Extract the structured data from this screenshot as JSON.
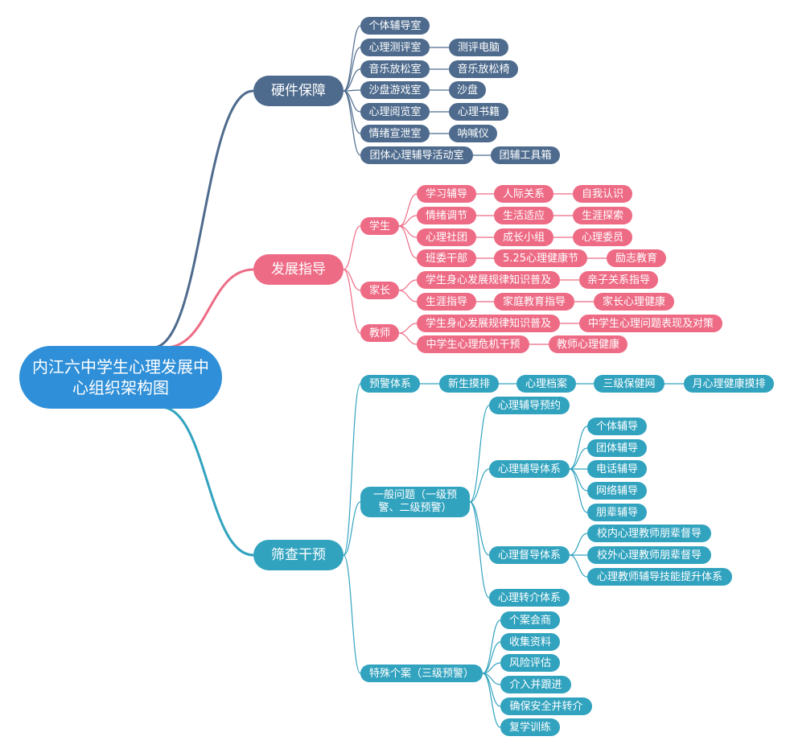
{
  "title": "内江六中学生心理发展中心组织架构图",
  "colors": {
    "root": "#2f8fd8",
    "hardware": "#4e6b8d",
    "development": "#ee6b85",
    "screening": "#32a3bf"
  },
  "branches": {
    "hardware": {
      "label": "硬件保障",
      "items": [
        {
          "label": "个体辅导室",
          "child": ""
        },
        {
          "label": "心理测评室",
          "child": "测评电脑"
        },
        {
          "label": "音乐放松室",
          "child": "音乐放松椅"
        },
        {
          "label": "沙盘游戏室",
          "child": "沙盘"
        },
        {
          "label": "心理阅览室",
          "child": "心理书籍"
        },
        {
          "label": "情绪宣泄室",
          "child": "呐喊仪"
        },
        {
          "label": "团体心理辅导活动室",
          "child": "团辅工具箱"
        }
      ]
    },
    "development": {
      "label": "发展指导",
      "student": {
        "label": "学生",
        "rows": [
          [
            "学习辅导",
            "人际关系",
            "自我认识"
          ],
          [
            "情绪调节",
            "生活适应",
            "生涯探索"
          ],
          [
            "心理社团",
            "成长小组",
            "心理委员"
          ],
          [
            "班委干部",
            "5.25心理健康节",
            "励志教育"
          ]
        ]
      },
      "parent": {
        "label": "家长",
        "rows": [
          [
            "学生身心发展规律知识普及",
            "亲子关系指导"
          ],
          [
            "生涯指导",
            "家庭教育指导",
            "家长心理健康"
          ]
        ]
      },
      "teacher": {
        "label": "教师",
        "rows": [
          [
            "学生身心发展规律知识普及",
            "中学生心理问题表现及对策"
          ],
          [
            "中学生心理危机干预",
            "教师心理健康"
          ]
        ]
      }
    },
    "screening": {
      "label": "筛查干预",
      "warning": {
        "label": "预警体系",
        "chain": [
          "新生摸排",
          "心理档案",
          "三级保健网",
          "月心理健康摸排"
        ]
      },
      "general": {
        "label": "一般问题（一级预警、二级预警）",
        "appointment": "心理辅导预约",
        "counseling": {
          "label": "心理辅导体系",
          "items": [
            "个体辅导",
            "团体辅导",
            "电话辅导",
            "网络辅导",
            "朋辈辅导"
          ]
        },
        "supervision": {
          "label": "心理督导体系",
          "items": [
            "校内心理教师朋辈督导",
            "校外心理教师朋辈督导",
            "心理教师辅导技能提升体系"
          ]
        },
        "referral": "心理转介体系"
      },
      "special": {
        "label": "特殊个案（三级预警）",
        "items": [
          "个案会商",
          "收集资料",
          "风险评估",
          "介入并跟进",
          "确保安全并转介",
          "复学训练"
        ]
      }
    }
  }
}
